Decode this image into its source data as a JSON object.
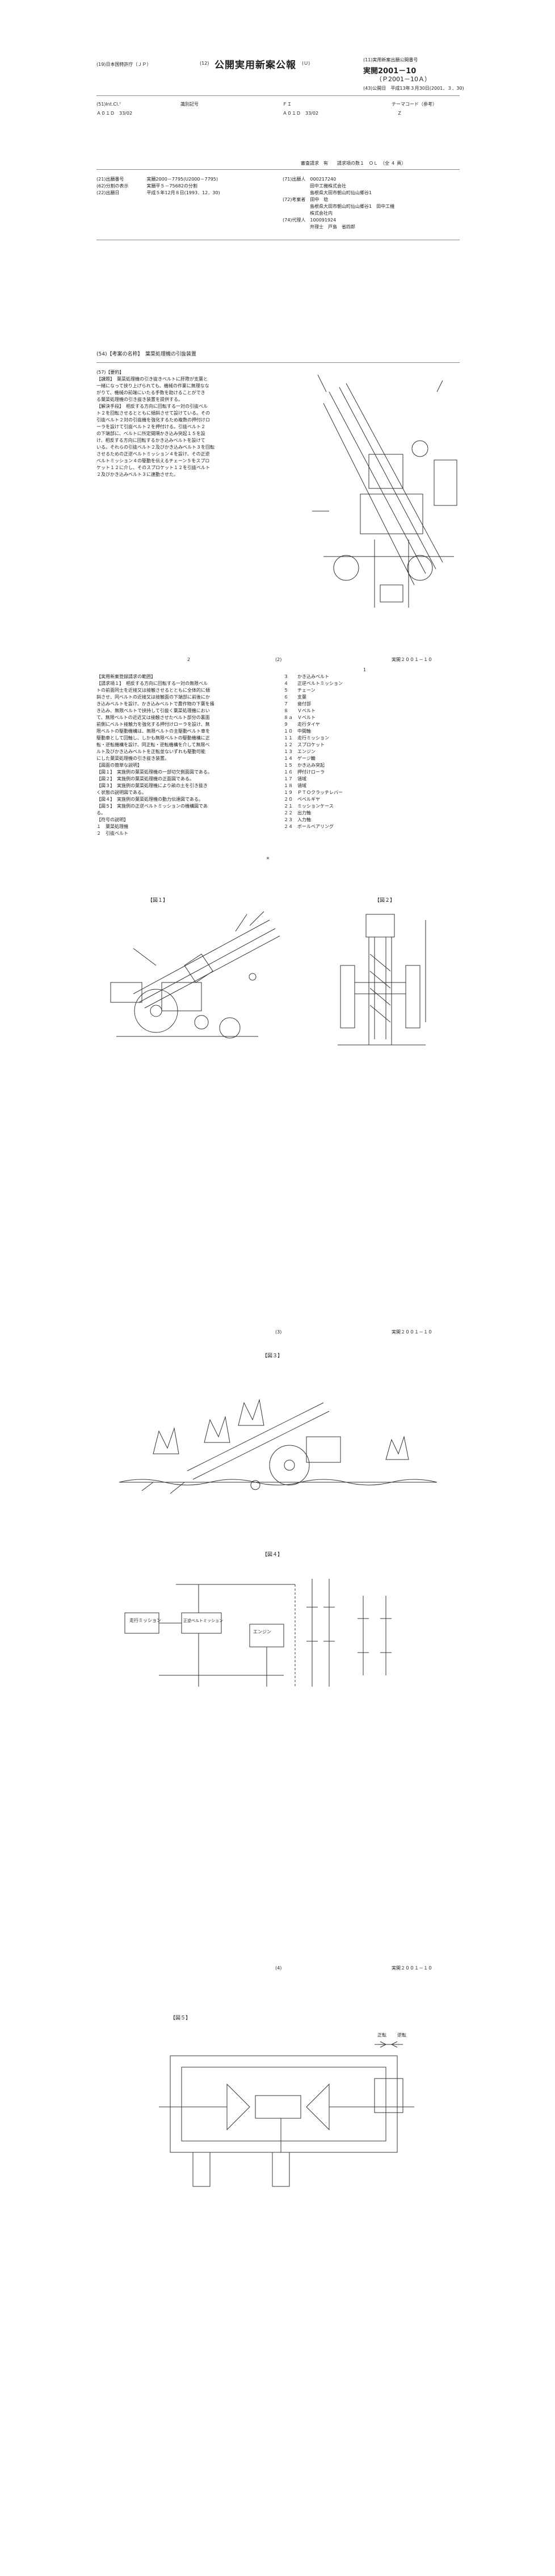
{
  "header": {
    "office": "(19)日本国特許庁（ＪＰ）",
    "gazette_title_num": "(12)",
    "gazette_title": "公開実用新案公報",
    "kind_code": "(Ｕ)",
    "pubno_label": "(11)実用新案出願公開番号",
    "pubno_1": "実開2001－10",
    "pubno_2": "（Ｐ2001－10Ａ）",
    "pubdate": "(43)公開日　平成13年３月30日(2001．３．30)"
  },
  "classification": {
    "ipc_label": "(51)Int.Cl.⁷",
    "ipc_code": "Ａ０１Ｄ　33/02",
    "id_label": "識別記号",
    "fi_label": "ＦＩ",
    "fi_code": "Ａ０１Ｄ　33/02",
    "theme_label": "テーマコード（参考）",
    "theme_code": "Ｚ"
  },
  "status_line": "審査請求　有　　請求項の数１　ＯＬ　（全 ４ 頁）",
  "biblio_left": [
    "(21)出願番号　　　　　実願2000－7795(U2000－7795)",
    "(62)分割の表示　　　　実願平５－75682の分割",
    "(22)出願日　　　　　　平成５年12月８日(1993．12．30)"
  ],
  "biblio_right": [
    "(71)出願人　000217240",
    "　　　　　　田中工機株式会社",
    "　　　　　　島根県大田市朝山町仙山郷谷1",
    "(72)考案者　田中　稔",
    "　　　　　　島根県大田市朝山町仙山郷谷1　田中工機",
    "　　　　　　株式会社内",
    "(74)代理人　100091924",
    "　　　　　　弁理士　戸島　省四郎"
  ],
  "invention_title": "(54)【考案の名称】　葉菜処理機の引抜装置",
  "abstract": {
    "heading": "(57)【要約】",
    "lines": [
      "【課題】　葉菜処理機の引き抜きベルトに肝際が支葉と",
      "一緒になって挟り上げられても、機械の作業に無理なな",
      "がりて、機械の前端にいたる手数を助けることができ",
      "る葉菜処理機の引き抜き装置を提供する。",
      "【解決手段】　相反する方向に回転する一対の引抜ベル",
      "ト２を回転させるとともに傾斜させて設けている。その",
      "引抜ベルト２対の引抜機を強化するため複数の押付けロ",
      "ーラを設けて引抜ベルト２を押付ける。引抜ベルト２",
      "の下端部に、ベルトに所定間隔かき込み突起１５を設",
      "け、相反する方向に回転するかき込みベルトを設けて",
      "いる。それらの引抜ベルト２及びかき込みベルト３を回転",
      "させるための正逆ベルトミッション４を設け、その正逆",
      "ベルトミッション４の駆動を伝えるチェーン５をスプロ",
      "ケット１２に介し、そのスプロケット１２を引抜ベルト",
      "２及びかき込みベルト３に連動させた。"
    ]
  },
  "page2": {
    "left_page_num": "2",
    "center_num": "(2)",
    "right_ref": "実開２００１－１０",
    "right_page_num": "1",
    "claims_lines": [
      "【実用新案登録請求の範囲】",
      "【請求項１】　相反する方向に回転する一対の無限ベル",
      "トの前面同士を近接又は接触させるとともに全体的に傾",
      "斜させ、同ベルトの近接又は接触面の下端部に前後にか",
      "き込みベルトを設け、かき込みベルトで農作物の下葉を掻",
      "き込み、無限ベルトで挟持して引抜く葉菜処理機におい",
      "て、無限ベルトの近近又は接触させたベルト部分の裏面",
      "前側にベルト接触力を強化する押付けローラを設け、無",
      "限ベルトの駆動機構は、無限ベルトの主駆動ベルト車を",
      "駆動車として回軸し、しかも無限ベルトの駆動機構に正",
      "転・逆転機構を設け、同正転・逆転機構を介して無限ベ",
      "ルト及びかき込みベルトを正転並ないずれも駆動可能",
      "にした葉菜処理機の引き抜き装置。"
    ],
    "figdesc_lines": [
      "【図面の簡単な説明】",
      "【図１】　実施例の葉菜処理機の一部切欠側面図である。",
      "【図２】　実施例の葉菜処理機の正面図である。",
      "【図３】　実施例の葉菜処理機により畝の土を引き抜き",
      "く状態の説明図である。",
      "【図４】　実施例の葉菜処理機の動力伝達図である。",
      "【図５】　実施例の正逆ベルトミッションの機構図であ",
      "る。",
      "【符号の説明】",
      "１　葉菜処理機",
      "２　引抜ベルト"
    ],
    "star": "＊",
    "legend_lines": [
      "３　　かき込みベルト",
      "４　　正逆ベルトミッション",
      "５　　チェーン",
      "６　　支葉",
      "７　　歯付部",
      "８　　Ｖベルト",
      "８ａ　Ｖベルト",
      "９　　走行タイヤ",
      "１０　中間軸",
      "１１　走行ミッション",
      "１２　スプロケット",
      "１３　エンジン",
      "１４　ゲージ輪",
      "１５　かき込み突起",
      "１６　押付けローラ",
      "１７　領域",
      "１８　領域",
      "１９　ＰＴＯクラッチレバー",
      "２０　ベベルギヤ",
      "２１　ミッションケース",
      "２２　出力軸",
      "２３　入力軸",
      "２４　ボールベアリング"
    ],
    "fig1_label": "【図１】",
    "fig2_label": "【図２】"
  },
  "page3": {
    "center_num": "(3)",
    "right_ref": "実開２００１－１０",
    "fig3_label": "【図３】",
    "fig4_label": "【図４】",
    "fig4_box1": "走行ミッション",
    "fig4_box2": "正逆ベルトミッション",
    "fig4_box3": "エンジン"
  },
  "page4": {
    "center_num": "(4)",
    "right_ref": "実開２００１－１０",
    "fig5_label": "【図５】",
    "fig5_note1": "正転",
    "fig5_note2": "逆転"
  }
}
